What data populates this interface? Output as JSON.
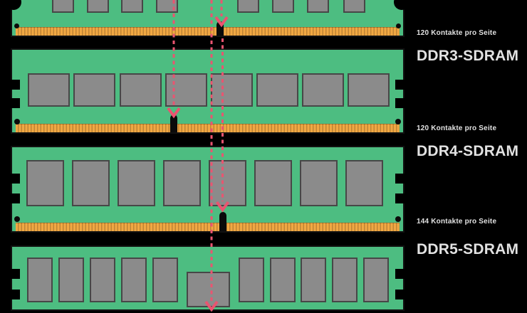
{
  "diagram": {
    "background": "#000000",
    "colors": {
      "background": "#000000",
      "pcb": "#4dbd81",
      "chip": "#8b8b8b",
      "chip_border": "#474747",
      "pins": "#f1a843",
      "pin_stripe": "#bf8334",
      "module_border": "#111111",
      "arrow": "#ea5470",
      "text": "#e2e2e2"
    },
    "modules": [
      {
        "heading": "",
        "contacts_label": "120 Kontakte pro Seite"
      },
      {
        "heading": "DDR3-SDRAM",
        "contacts_label": "120 Kontakte pro Seite"
      },
      {
        "heading": "DDR4-SDRAM",
        "contacts_label": "144 Kontakte pro Seite"
      },
      {
        "heading": "DDR5-SDRAM",
        "contacts_label": ""
      }
    ]
  }
}
